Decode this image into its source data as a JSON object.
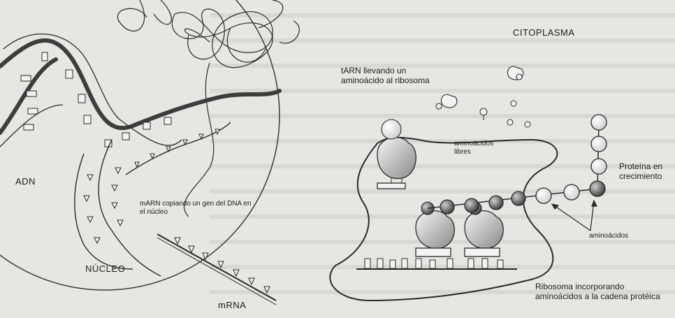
{
  "labels": {
    "adn": "ADN",
    "nucleo": "NÚCLEO",
    "mrna": "mRNA",
    "marn_note": "mARN copiando un gen del DNA en el núcleo",
    "citoplasma": "CITOPLASMA",
    "tarn_note": "tARN llevando un aminoácido al ribosoma",
    "aminoacidos_libres": "aminoácidos libres",
    "proteina": "Proteína en crecimiento",
    "aminoacidos": "aminoácidos",
    "ribosoma_note": "Ribosoma incorporando aminoácidos a la cadena protéica"
  },
  "colors": {
    "background": "#e8e6e3",
    "page_text_bg": "#d9d7d3",
    "ink": "#2a2a2a",
    "ribosome_shade": "#9a9a9a",
    "amino_dark": "#4a4a4a",
    "amino_light": "#f2f2f2"
  }
}
